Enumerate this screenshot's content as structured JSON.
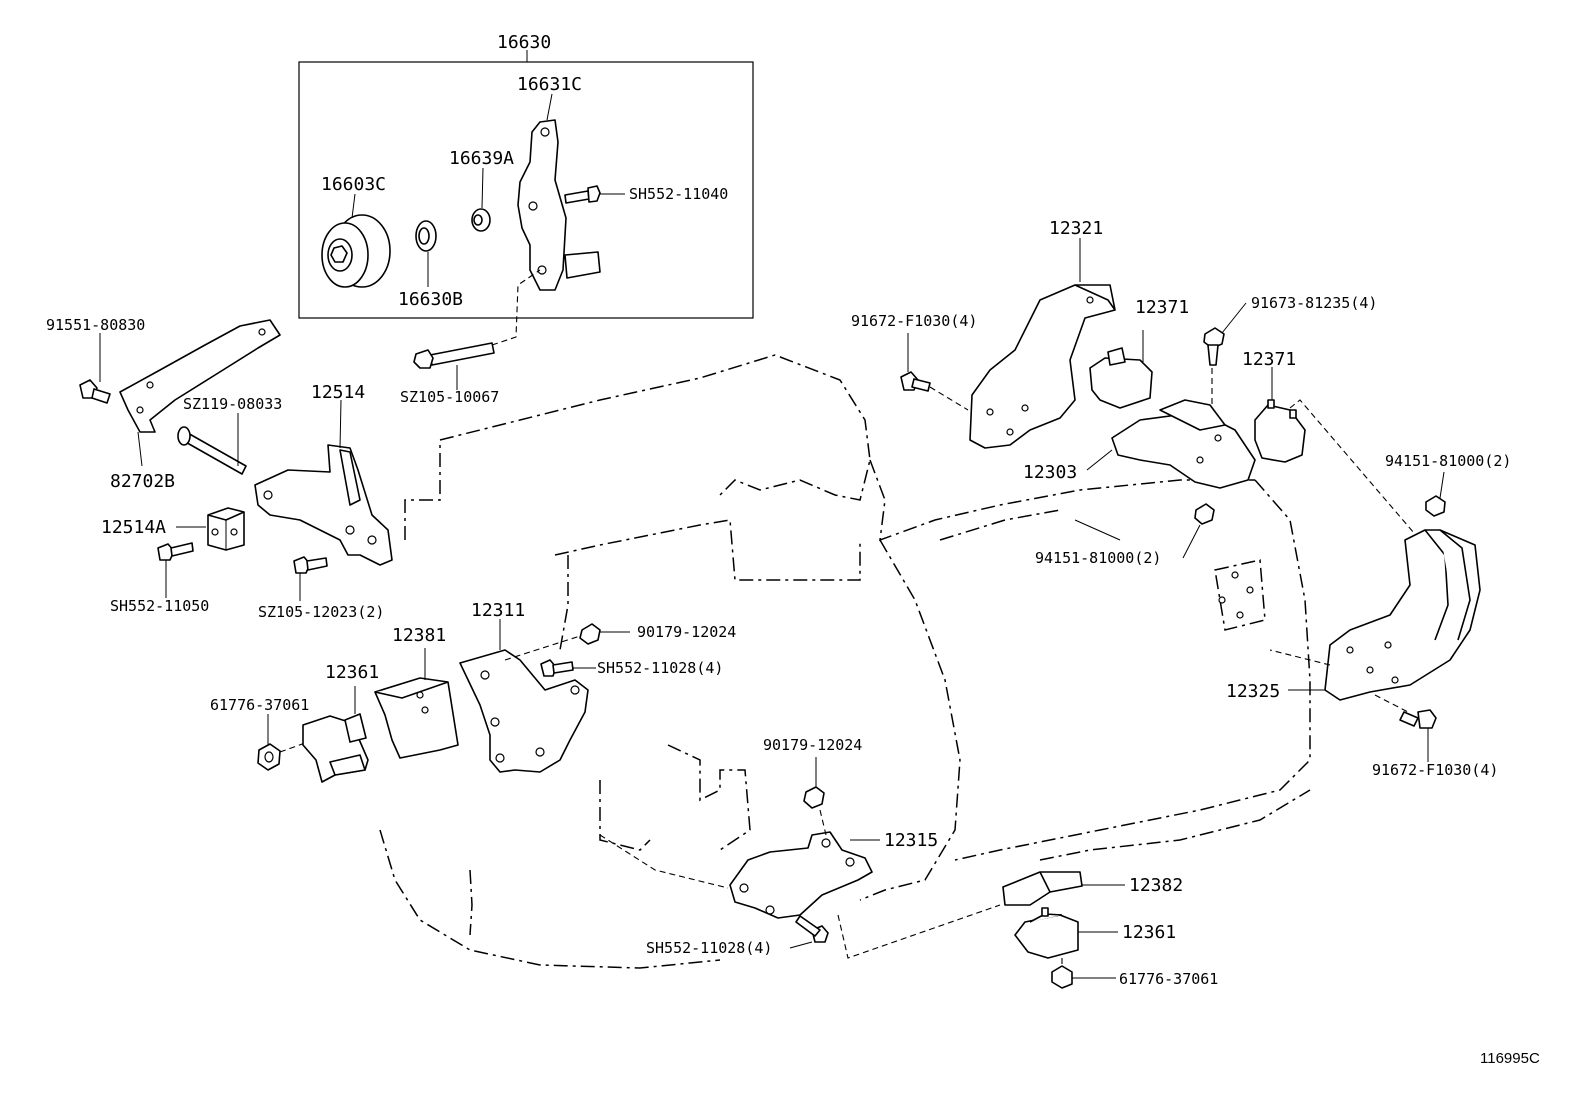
{
  "figure_id": "116995C",
  "callouts": {
    "c16630": "16630",
    "c16631C": "16631C",
    "c16639A": "16639A",
    "c16603C": "16603C",
    "cSH552_11040": "SH552-11040",
    "c16630B": "16630B",
    "cSZ105_10067": "SZ105-10067",
    "c91551_80830": "91551-80830",
    "cSZ119_08033": "SZ119-08033",
    "c12514": "12514",
    "c82702B": "82702B",
    "c12514A": "12514A",
    "cSH552_11050": "SH552-11050",
    "cSZ105_12023_2": "SZ105-12023(2)",
    "c12321": "12321",
    "c91672_F1030_4_top": "91672-F1030(4)",
    "c12371_top": "12371",
    "c91673_81235_4": "91673-81235(4)",
    "c12371_right": "12371",
    "c12303": "12303",
    "c94151_81000_2_right": "94151-81000(2)",
    "c94151_81000_2_mid": "94151-81000(2)",
    "c12311": "12311",
    "c12381": "12381",
    "c90179_12024_upper": "90179-12024",
    "cSH552_11028_4_upper": "SH552-11028(4)",
    "c12361_left": "12361",
    "c61776_37061_left": "61776-37061",
    "c12325": "12325",
    "c91672_F1030_4_bottom": "91672-F1030(4)",
    "c90179_12024_lower": "90179-12024",
    "c12315": "12315",
    "c12382": "12382",
    "c12361_right": "12361",
    "cSH552_11028_4_lower": "SH552-11028(4)",
    "c61776_37061_right": "61776-37061"
  }
}
